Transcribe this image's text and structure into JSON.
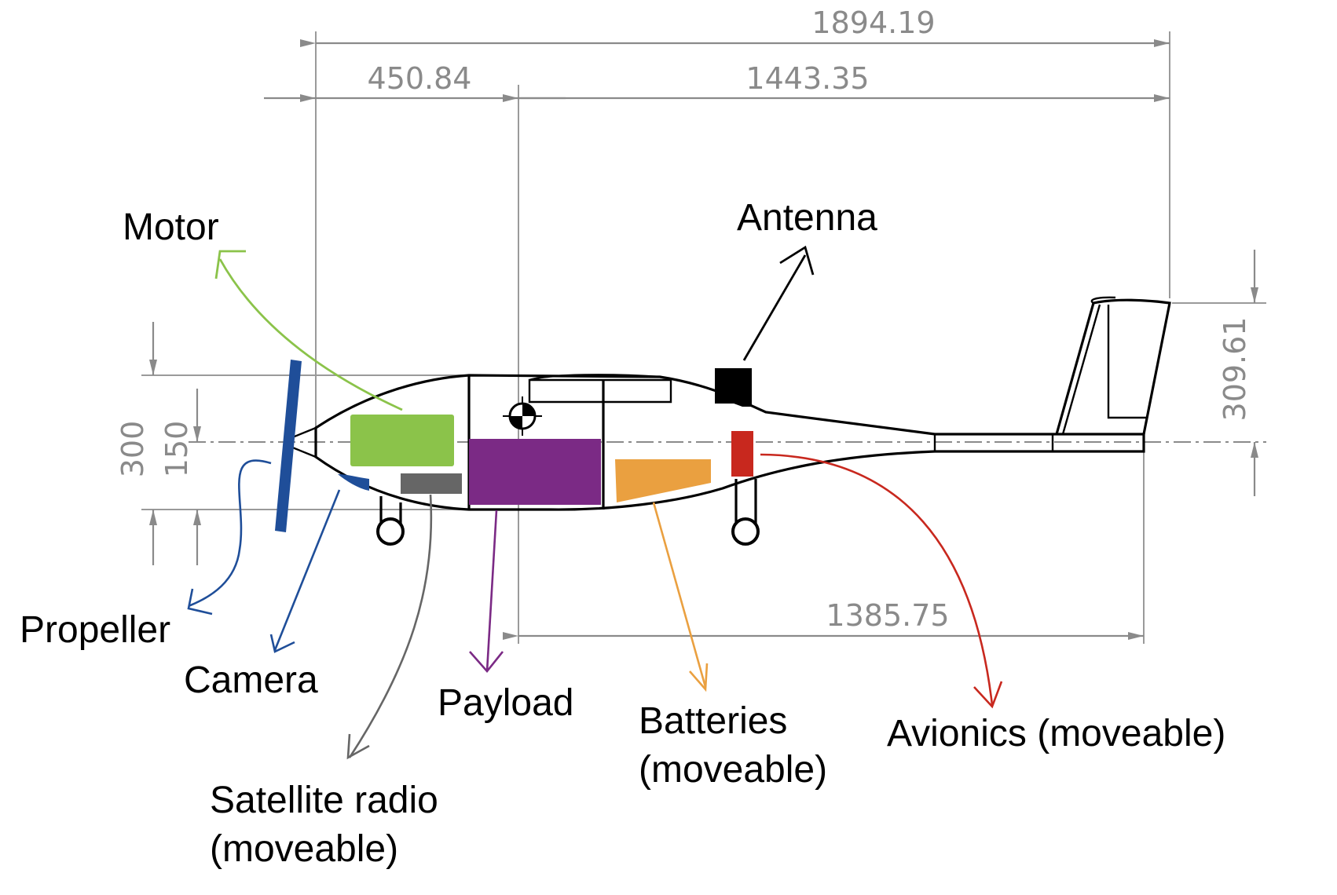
{
  "dimensions": {
    "overall_length": "1894.19",
    "nose_to_cg": "450.84",
    "cg_to_tail": "1443.35",
    "cg_to_tail_bottom": "1385.75",
    "tail_height": "309.61",
    "fuselage_height": "300",
    "fuselage_half_height": "150"
  },
  "components": {
    "motor": {
      "label": "Motor",
      "color": "#8bc34a"
    },
    "antenna": {
      "label": "Antenna",
      "color": "#000000"
    },
    "propeller": {
      "label": "Propeller",
      "color": "#1f4e99"
    },
    "camera": {
      "label": "Camera",
      "color": "#1f4e99"
    },
    "satellite_radio": {
      "label_line1": "Satellite radio",
      "label_line2": "(moveable)",
      "color": "#666666"
    },
    "payload": {
      "label": "Payload",
      "color": "#7b2a85"
    },
    "batteries": {
      "label_line1": "Batteries",
      "label_line2": "(moveable)",
      "color": "#eaa040"
    },
    "avionics": {
      "label": "Avionics (moveable)",
      "color": "#c8281e"
    }
  }
}
